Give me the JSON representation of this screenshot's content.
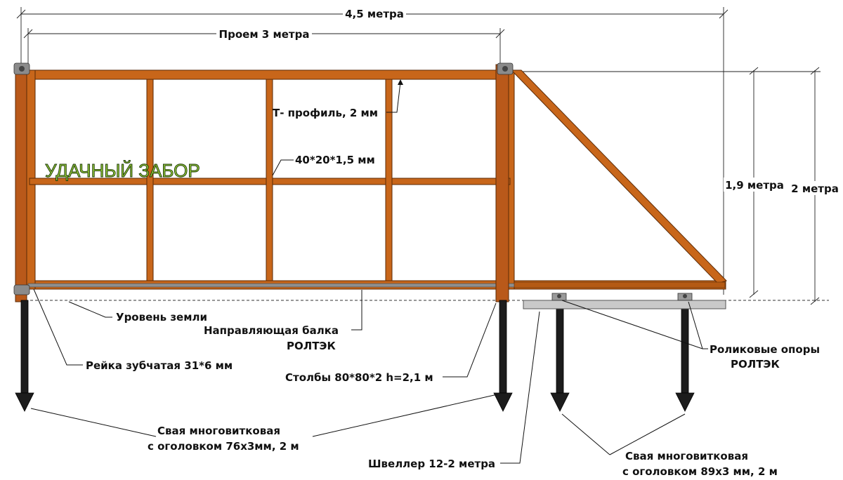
{
  "dimensions": {
    "total_width": "4,5 метра",
    "opening": "Проем 3 метра",
    "height_frame": "1,9 метра",
    "height_total": "2 метра"
  },
  "brand": "УДАЧНЫЙ ЗАБОР",
  "labels": {
    "t_profile": "Т- профиль, 2 мм",
    "inner_tube": "40*20*1,5 мм",
    "ground_level": "Уровень земли",
    "guide_beam_line1": "Направляющая балка",
    "guide_beam_line2": "РОЛТЭК",
    "rack": "Рейка зубчатая 31*6 мм",
    "posts": "Столбы 80*80*2 h=2,1 м",
    "rollers_line1": "Роликовые опоры",
    "rollers_line2": "РОЛТЭК",
    "pile_left_line1": "Свая многовитковая",
    "pile_left_line2": "с оголовком 76х3мм, 2 м",
    "channel": "Швеллер 12-2 метра",
    "pile_right_line1": "Свая многовитковая",
    "pile_right_line2": "с оголовком 89х3 мм, 2 м"
  },
  "colors": {
    "frame": "#c8661a",
    "pile": "#1c1c1c",
    "brand": "#9bd13c"
  }
}
